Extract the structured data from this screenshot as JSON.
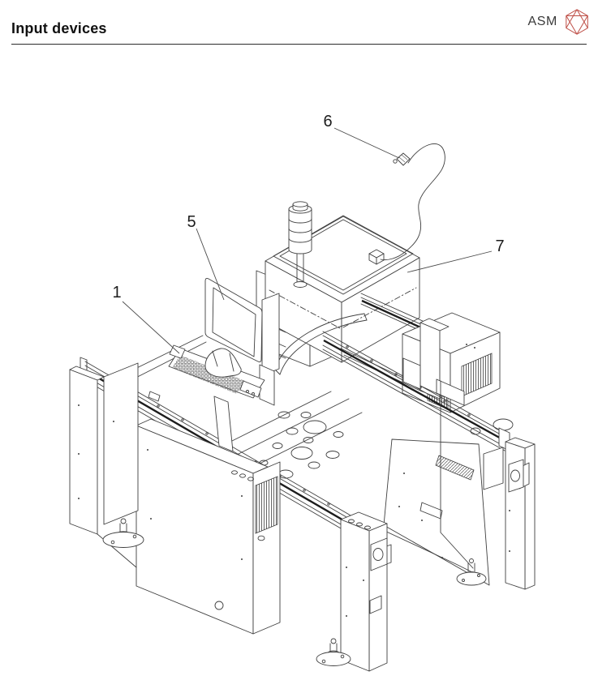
{
  "page": {
    "title": "Input devices"
  },
  "brand": {
    "name": "ASM",
    "logo_icon": "hexagon-gem-icon",
    "logo_color": "#c0544c",
    "name_color": "#3a3a3a"
  },
  "figure": {
    "kind": "isometric line drawing of an SMT placement machine with numbered input devices",
    "line_color": "#3f3f3f",
    "callouts": [
      {
        "label": "1",
        "target": "operator-keyboard"
      },
      {
        "label": "5",
        "target": "monitor"
      },
      {
        "label": "6",
        "target": "connection-cable"
      },
      {
        "label": "7",
        "target": "computer-unit"
      }
    ]
  }
}
